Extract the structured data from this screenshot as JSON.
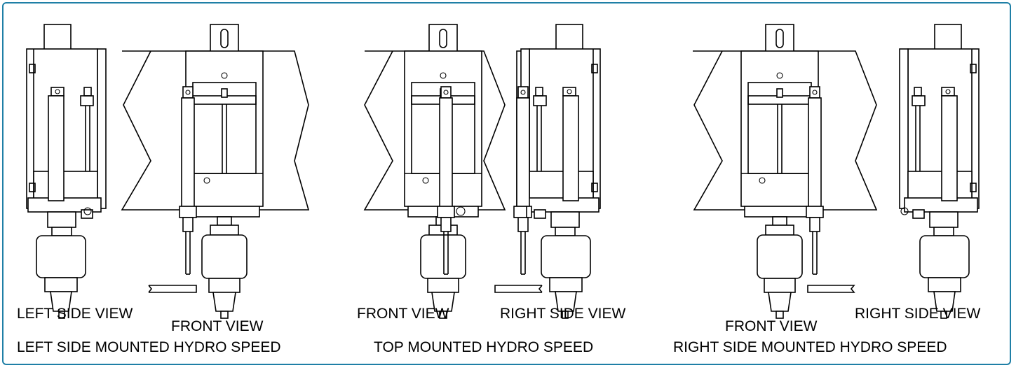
{
  "labels": {
    "left_side_view": "LEFT SIDE VIEW",
    "front_view_1": "FRONT VIEW",
    "caption_left": "LEFT SIDE MOUNTED HYDRO SPEED",
    "front_view_2": "FRONT VIEW",
    "right_side_view_2": "RIGHT SIDE VIEW",
    "caption_top": "TOP MOUNTED HYDRO SPEED",
    "front_view_3": "FRONT VIEW",
    "right_side_view_3": "RIGHT SIDE VIEW",
    "caption_right": "RIGHT SIDE MOUNTED HYDRO SPEED"
  },
  "colors": {
    "frame_border": "#1f7fa6",
    "line": "#000000"
  }
}
